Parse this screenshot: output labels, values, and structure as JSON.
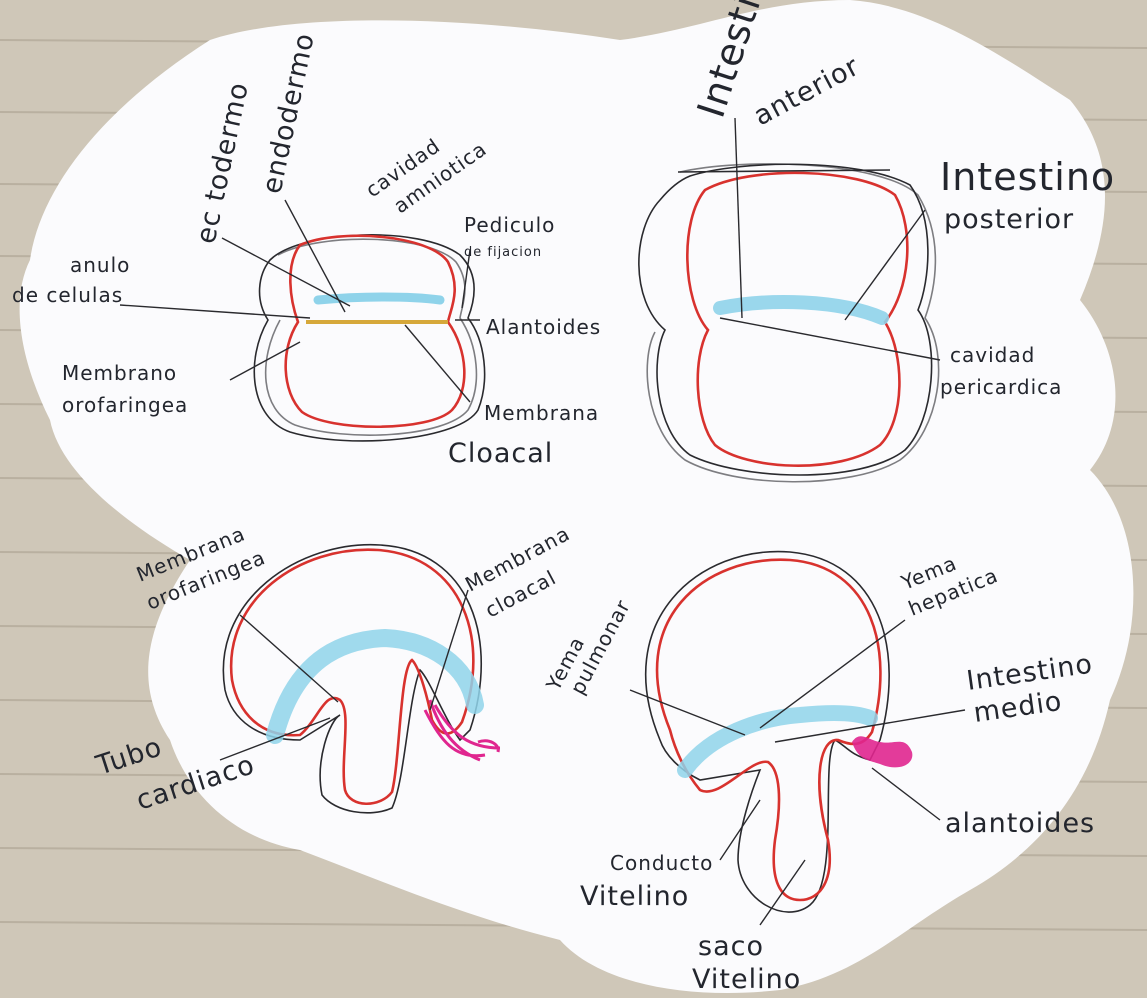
{
  "labels": {
    "ectodermo": "ec todermo",
    "endodermo": "endodermo",
    "cavidad_amniotica": [
      "cavidad",
      "amniotica"
    ],
    "pedicula_fijacion": [
      "Pediculo",
      "de fijacion"
    ],
    "anillo_celulas": [
      "anulo",
      "de celulas"
    ],
    "alantoides_1": "Alantoides",
    "membrana_orofaringea_1": [
      "Membrano",
      "orofaringea"
    ],
    "membrana_cloacal_1": [
      "Membrana",
      "Cloacal"
    ],
    "intestino_anterior": [
      "Intestino",
      "anterior"
    ],
    "intestino_posterior": [
      "Intestino",
      "posterior"
    ],
    "cavidad_pericardica": [
      "cavidad",
      "pericardica"
    ],
    "membrana_orofaringea_2": [
      "Membrana",
      "orofaringea"
    ],
    "membrana_cloacal_2": [
      "Membrana",
      "cloacal"
    ],
    "tubo_cardiaco": [
      "Tubo",
      "cardiaco"
    ],
    "yema_hepatica": [
      "Yema",
      "hepatica"
    ],
    "yema_pulmonar": [
      "Yema",
      "pulmonar"
    ],
    "intestino_medio": [
      "Intestino",
      "medio"
    ],
    "alantoides_2": "alantoides",
    "conducto_vitelino": [
      "Conducto",
      "Vitelino"
    ],
    "saco_vitelino": [
      "saco",
      "Vitelino"
    ]
  },
  "colors": {
    "paper": "#fbfbfd",
    "notebook": "#cfc7b8",
    "ink": "#2a2a2e",
    "embryo_outline": "#d8322e",
    "endoderm": "#8fd3ea",
    "oropharyngeal_band": "#d6a83a",
    "allantois": "#e0268f"
  }
}
